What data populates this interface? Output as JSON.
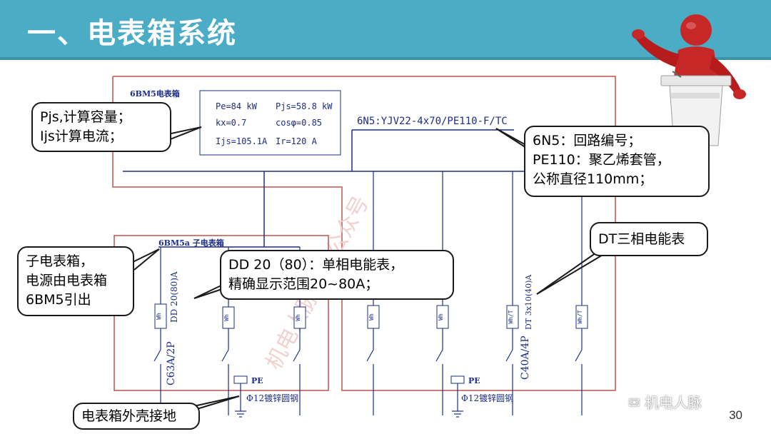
{
  "slide": {
    "title": "一、电表箱系统",
    "page_number": "30",
    "watermark": "机电人脉"
  },
  "diagram": {
    "main_box_label": "6BM5电表箱",
    "params": {
      "pe": "Pe=84  kW",
      "pjs": "Pjs=58.8 kW",
      "kx": "kx=0.7",
      "cos": "cosφ=0.85",
      "ijs": "Ijs=105.1A",
      "ir": "Ir=120 A"
    },
    "cable": "6N5:YJV22-4x70/PE110-F/TC",
    "sub_box_label": "6BM5a 子电表箱",
    "meter_dd": "DD 20(80)A",
    "breaker_c63": "C63A/2P",
    "meter_dt": "DT 3x10(40)A",
    "breaker_c40": "C40A/4P",
    "wh": "Wh",
    "wh_t": "Wh/T",
    "pe_tag": "PE",
    "ground_steel": "Φ12镀锌圆钢",
    "watermark_faint": "机电人脉微信公众号"
  },
  "callouts": {
    "pjs": [
      "Pjs,计算容量；",
      "Ijs计算电流；"
    ],
    "cable": [
      "6N5：回路编号；",
      "PE110：聚乙烯套管，",
      "公称直径110mm；"
    ],
    "dt": [
      "DT三相电能表"
    ],
    "sub": [
      "子电表箱，",
      "电源由电表箱",
      "6BM5引出"
    ],
    "dd": [
      "DD 20（80）：单相电能表，",
      "精确显示范围20~80A；"
    ],
    "ground": [
      "电表箱外壳接地"
    ]
  }
}
